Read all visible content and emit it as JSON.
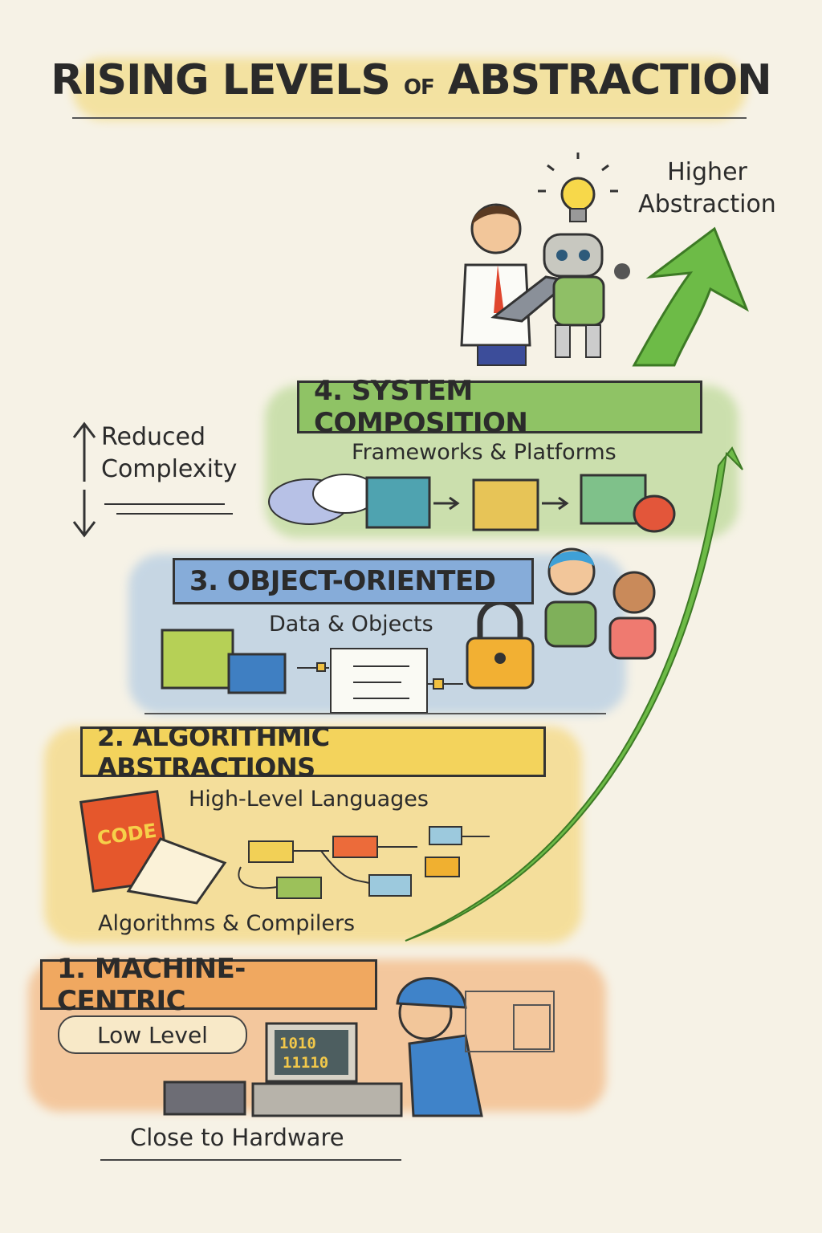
{
  "title": {
    "part1": "RISING LEVELS",
    "part2": "OF",
    "part3": "ABSTRACTION"
  },
  "higher_label": {
    "line1": "Higher",
    "line2": "Abstraction"
  },
  "complexity_label": {
    "line1": "Reduced",
    "line2": "Complexity"
  },
  "levels": [
    {
      "title": "1. MACHINE-CENTRIC",
      "tag": "Low Level",
      "caption": "Close to Hardware",
      "screen": [
        "1010",
        "11110"
      ],
      "color": "#f0a860"
    },
    {
      "title": "2. ALGORITHMIC ABSTRACTIONS",
      "subtitle": "High-Level Languages",
      "caption": "Algorithms & Compilers",
      "book_label": "CODE",
      "color": "#f3d35c"
    },
    {
      "title": "3. OBJECT-ORIENTED",
      "subtitle": "Data & Objects",
      "color": "#86acd9"
    },
    {
      "title": "4. SYSTEM COMPOSITION",
      "subtitle": "Frameworks & Platforms",
      "color": "#8fc365"
    }
  ],
  "colors": {
    "background": "#f6f2e6",
    "arrow": "#6dbb47"
  }
}
